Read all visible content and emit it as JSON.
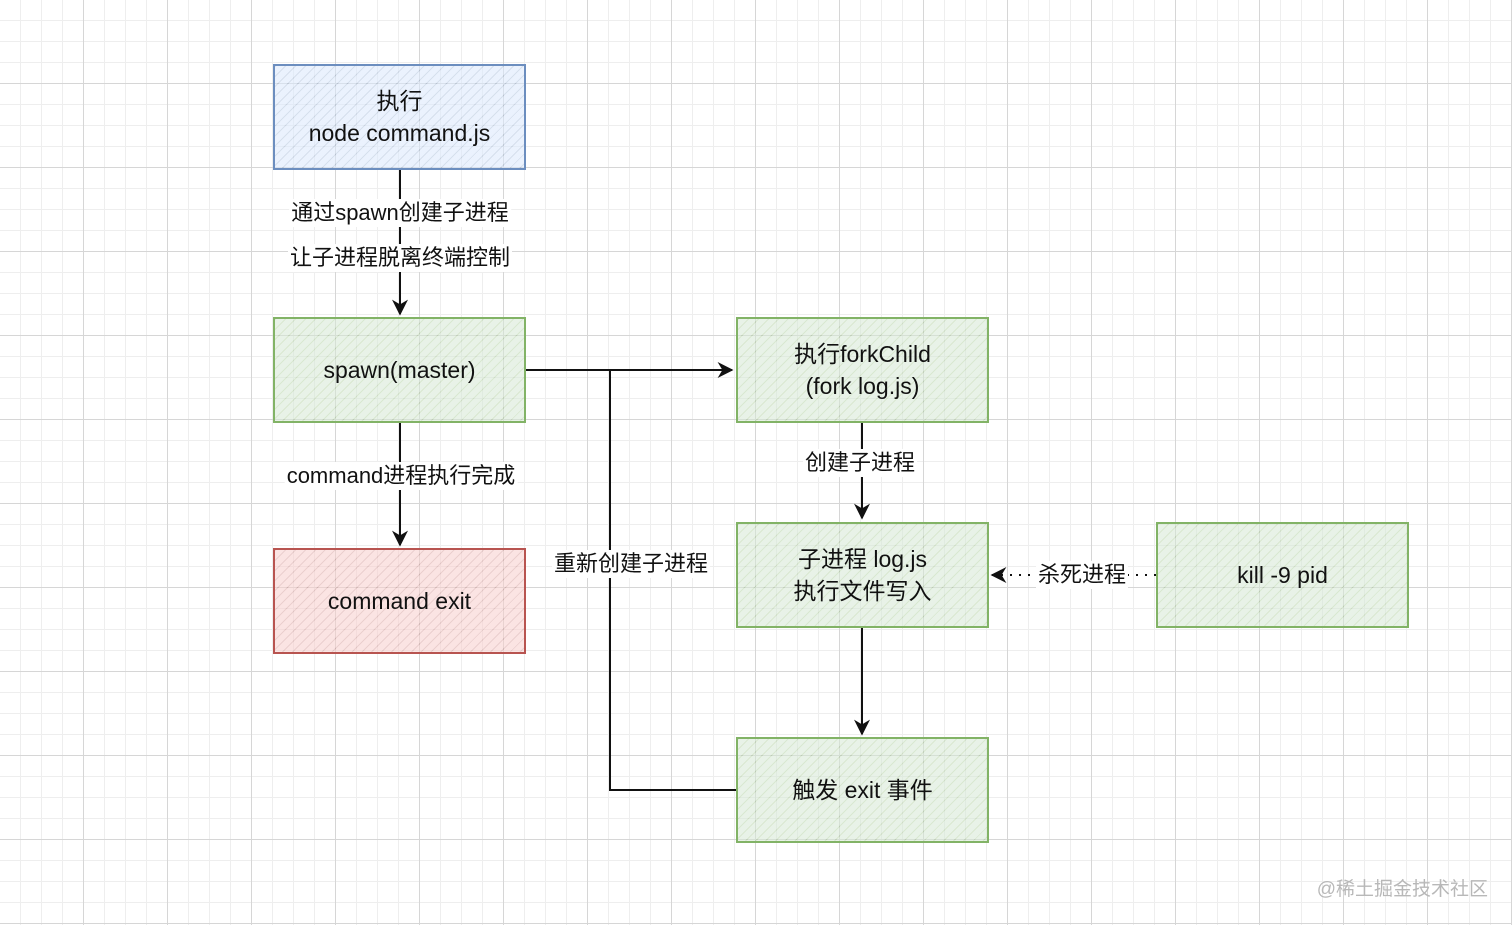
{
  "nodes": {
    "exec_cmd": "执行\nnode command.js",
    "spawn_master": "spawn(master)",
    "command_exit": "command exit",
    "exec_fork": "执行forkChild\n(fork log.js)",
    "child_log": "子进程 log.js\n执行文件写入",
    "trigger_exit": "触发 exit 事件",
    "kill_pid": "kill -9 pid"
  },
  "edges": {
    "spawn_line1": "通过spawn创建子进程",
    "spawn_line2": "让子进程脱离终端控制",
    "command_done": "command进程执行完成",
    "create_child": "创建子进程",
    "recreate_child": "重新创建子进程",
    "kill_process": "杀死进程"
  },
  "colors": {
    "blue_border": "#6c8ebf",
    "green_border": "#82b366",
    "red_border": "#b85450",
    "line": "#111111"
  },
  "watermark": "@稀土掘金技术社区"
}
